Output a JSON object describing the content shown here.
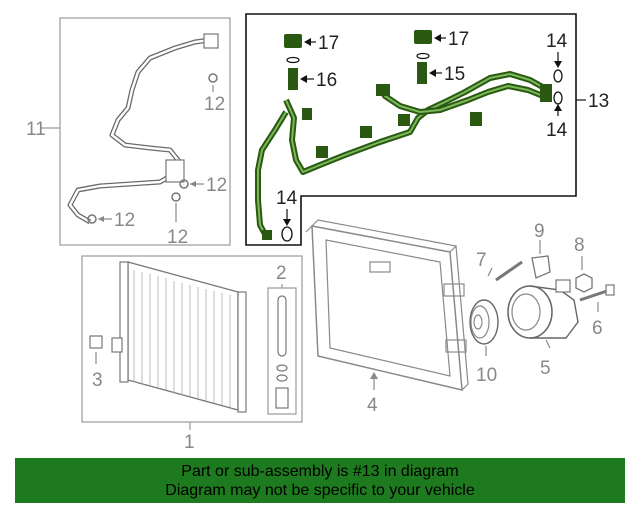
{
  "callouts": {
    "c1": "1",
    "c2": "2",
    "c3": "3",
    "c4": "4",
    "c5": "5",
    "c6": "6",
    "c7": "7",
    "c8": "8",
    "c9": "9",
    "c10": "10",
    "c11": "11",
    "c12a": "12",
    "c12b": "12",
    "c12c": "12",
    "c12d": "12",
    "c13": "13",
    "c14a": "14",
    "c14b": "14",
    "c14c": "14",
    "c15": "15",
    "c16": "16",
    "c17a": "17",
    "c17b": "17"
  },
  "banner": {
    "line1": "Part or sub-assembly is #13 in diagram",
    "line2": "Diagram may not be specific to your vehicle"
  },
  "colors": {
    "highlight": "#1e7a1e",
    "line_part": "#2a5a12",
    "line_gray": "#8a8a8a",
    "box_dark": "#111111"
  }
}
